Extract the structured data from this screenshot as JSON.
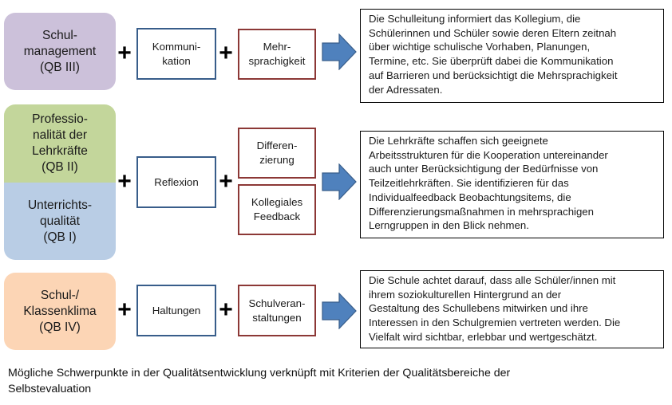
{
  "colors": {
    "qb3_fill": "#ccc1da",
    "qb2_fill": "#c3d69b",
    "qb1_fill": "#b9cde5",
    "qb4_fill": "#fcd5b5",
    "criteria1_border": "#385d8a",
    "criteria2_border": "#8c3836",
    "arrow_fill": "#4f81bd",
    "arrow_stroke": "#385d8a"
  },
  "rows": [
    {
      "quality_areas": [
        {
          "label": "Schul-\nmanagement\n(QB  III)"
        }
      ],
      "plus_1": "+",
      "criterion_1": "Kommuni-\nkation",
      "plus_2": "+",
      "criteria_2": [
        {
          "label": "Mehr-\nsprachigkeit"
        }
      ],
      "arrow_icon": "right-arrow",
      "description": "Die Schulleitung informiert das Kollegium, die\nSchülerinnen und Schüler sowie deren Eltern zeitnah\nüber wichtige schulische Vorhaben,  Planungen,\nTermine, etc. Sie überprüft dabei die Kommunikation\nauf Barrieren und berücksichtigt die Mehrsprachigkeit\nder Adressaten."
    },
    {
      "quality_areas": [
        {
          "label": "Professio-\nnalität  der\nLehrkräfte\n(QB  II)"
        },
        {
          "label": "Unterrichts-\nqualität\n(QB  I)"
        }
      ],
      "plus_1": "+",
      "criterion_1": "Reflexion",
      "plus_2": "+",
      "criteria_2": [
        {
          "label": "Differen-\nzierung"
        },
        {
          "label": "Kollegiales\nFeedback"
        }
      ],
      "arrow_icon": "right-arrow",
      "description": "Die Lehrkräfte  schaffen sich geeignete\nArbeitsstrukturen für die Kooperation untereinander\nauch unter Berücksichtigung der Bedürfnisse von\nTeilzeitlehrkräften.  Sie identifizieren für das\nIndividualfeedback  Beobachtungsitems, die\nDifferenzierungsmaßnahmen in mehrsprachigen\nLerngruppen in den Blick nehmen."
    },
    {
      "quality_areas": [
        {
          "label": "Schul-/\nKlassenklima\n(QB  IV)"
        }
      ],
      "plus_1": "+",
      "criterion_1": "Haltungen",
      "plus_2": "+",
      "criteria_2": [
        {
          "label": "Schulveran-\nstaltungen"
        }
      ],
      "arrow_icon": "right-arrow",
      "description": "Die Schule achtet darauf, dass alle Schüler/innen mit\nihrem soziokulturellen Hintergrund an der\nGestaltung des Schullebens mitwirken und ihre\nInteressen in den Schulgremien vertreten werden. Die\nVielfalt wird sichtbar, erlebbar und wertgeschätzt."
    }
  ],
  "caption": "Mögliche  Schwerpunkte  in der Qualitätsentwicklung  verknüpft  mit Kriterien der Qualitätsbereiche  der\nSelbstevaluation"
}
